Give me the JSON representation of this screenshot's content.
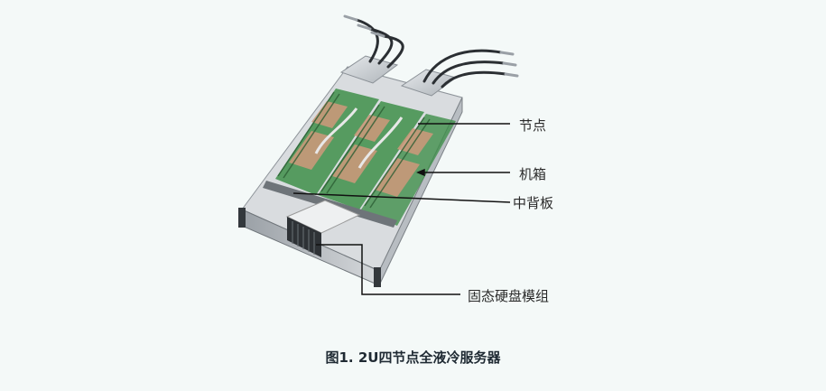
{
  "figure": {
    "subject": "2U four-node liquid-cooled server chassis (isometric view)",
    "labels": [
      {
        "id": "node",
        "text": "节点"
      },
      {
        "id": "chassis",
        "text": "机箱"
      },
      {
        "id": "midplane",
        "text": "中背板"
      },
      {
        "id": "ssd-module",
        "text": "固态硬盘模组"
      }
    ],
    "caption": "图1. 2U四节点全液冷服务器"
  },
  "colors": {
    "background": "#f4f9f8",
    "leader_line": "#111111",
    "pcb_green": "#3e8f4a",
    "copper": "#c9997a",
    "metal": "#c8ccd0"
  }
}
